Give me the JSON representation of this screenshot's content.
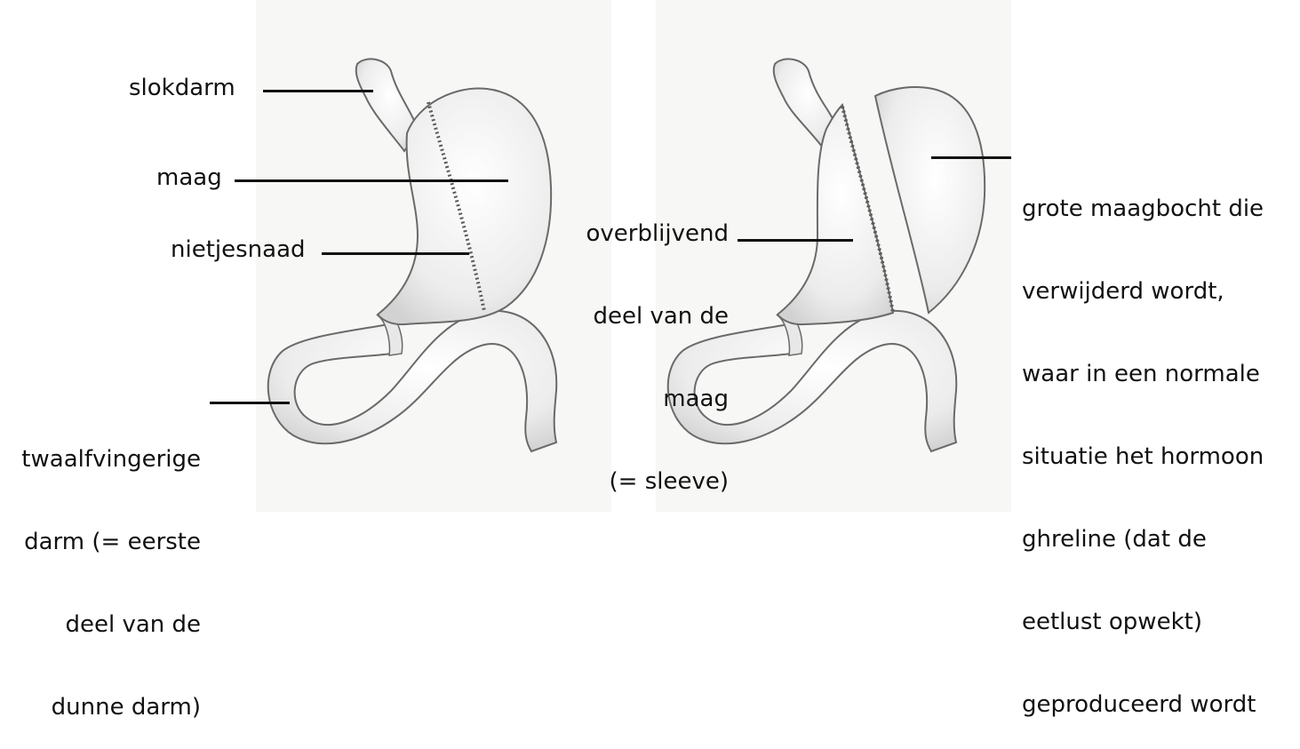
{
  "left_diagram": {
    "labels": {
      "esophagus": "slokdarm",
      "stomach": "maag",
      "staple_line": "nietjesnaad",
      "duodenum_1": "twaalfvingerige",
      "duodenum_2": "darm (= eerste",
      "duodenum_3": "deel van de",
      "duodenum_4": "dunne darm)"
    }
  },
  "right_diagram": {
    "labels": {
      "remaining_1": "overblijvend",
      "remaining_2": "deel van de",
      "remaining_3": "maag",
      "remaining_4": "(= sleeve)",
      "removed_1": "grote maagbocht die",
      "removed_2": "verwijderd wordt,",
      "removed_3": "waar in een normale",
      "removed_4": "situatie het hormoon",
      "removed_5": "ghreline (dat de",
      "removed_6": "eetlust opwekt)",
      "removed_7": "geproduceerd wordt"
    }
  },
  "colors": {
    "tissue_fill": "#f0f0f0",
    "tissue_outline": "#6a6a6a",
    "staples": "#5a5a5a",
    "leader_line": "#111111"
  }
}
